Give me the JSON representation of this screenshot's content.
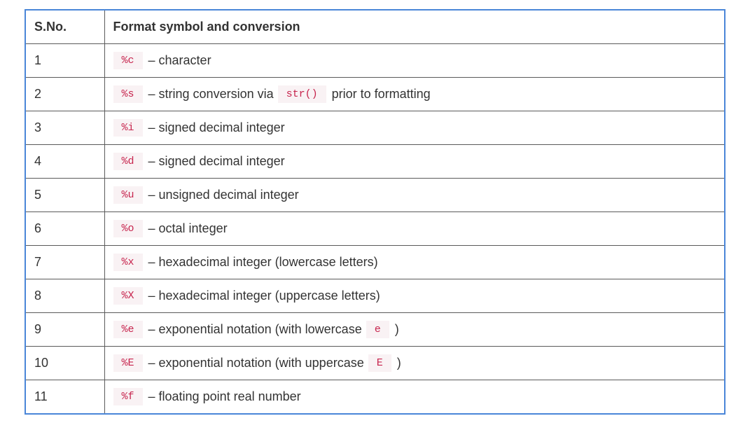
{
  "table": {
    "headers": [
      "S.No.",
      "Format symbol and conversion"
    ],
    "rows": [
      {
        "no": "1",
        "code": "%c",
        "text": "– character"
      },
      {
        "no": "2",
        "code": "%s",
        "text": "– string conversion via",
        "code2": "str()",
        "text2": "prior to formatting"
      },
      {
        "no": "3",
        "code": "%i",
        "text": "– signed decimal integer"
      },
      {
        "no": "4",
        "code": "%d",
        "text": "– signed decimal integer"
      },
      {
        "no": "5",
        "code": "%u",
        "text": "– unsigned decimal integer"
      },
      {
        "no": "6",
        "code": "%o",
        "text": "– octal integer"
      },
      {
        "no": "7",
        "code": "%x",
        "text": "– hexadecimal integer (lowercase letters)"
      },
      {
        "no": "8",
        "code": "%X",
        "text": "– hexadecimal integer (uppercase letters)"
      },
      {
        "no": "9",
        "code": "%e",
        "text": "– exponential notation (with lowercase",
        "code2": "e",
        "text2": ")"
      },
      {
        "no": "10",
        "code": "%E",
        "text": "– exponential notation (with uppercase",
        "code2": "E",
        "text2": ")"
      },
      {
        "no": "11",
        "code": "%f",
        "text": "– floating point real number"
      }
    ]
  },
  "colors": {
    "frame_border": "#4a86d8",
    "code_text": "#c7254e",
    "code_background": "#f9f2f4"
  }
}
